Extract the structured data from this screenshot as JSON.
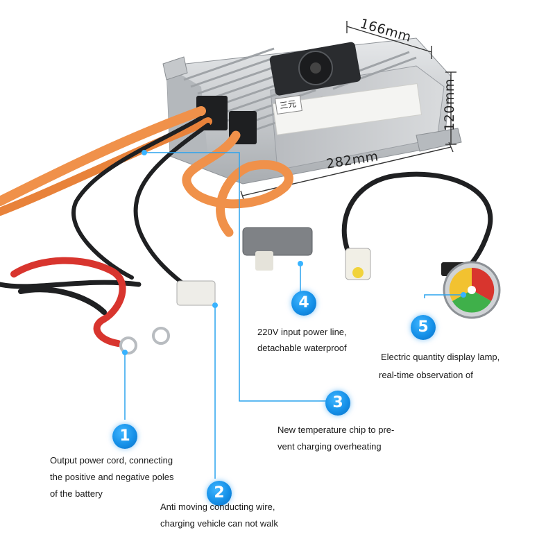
{
  "dimensions": {
    "width_label": "166mm",
    "height_label": "120mm",
    "length_label": "282mm"
  },
  "device": {
    "brand_label": "三元"
  },
  "callouts": [
    {
      "number": "1",
      "text_lines": [
        "Output power cord, connecting",
        "the positive and negative poles",
        "of the battery"
      ]
    },
    {
      "number": "2",
      "text_lines": [
        "Anti moving conducting wire,",
        "charging vehicle can not walk"
      ]
    },
    {
      "number": "3",
      "text_lines": [
        "New temperature chip to pre-",
        "vent charging overheating"
      ]
    },
    {
      "number": "4",
      "text_lines": [
        "220V input power line,",
        "detachable waterproof"
      ]
    },
    {
      "number": "5",
      "text_lines": [
        "Electric quantity display lamp,",
        "real-time observation of"
      ]
    }
  ],
  "colors": {
    "callout_line": "#2aa3ee",
    "badge_blue": "#1590e8",
    "cable_orange": "#f0914a",
    "cable_black": "#222222",
    "cable_red": "#d8352e",
    "housing_silver": "#c9cccf"
  }
}
